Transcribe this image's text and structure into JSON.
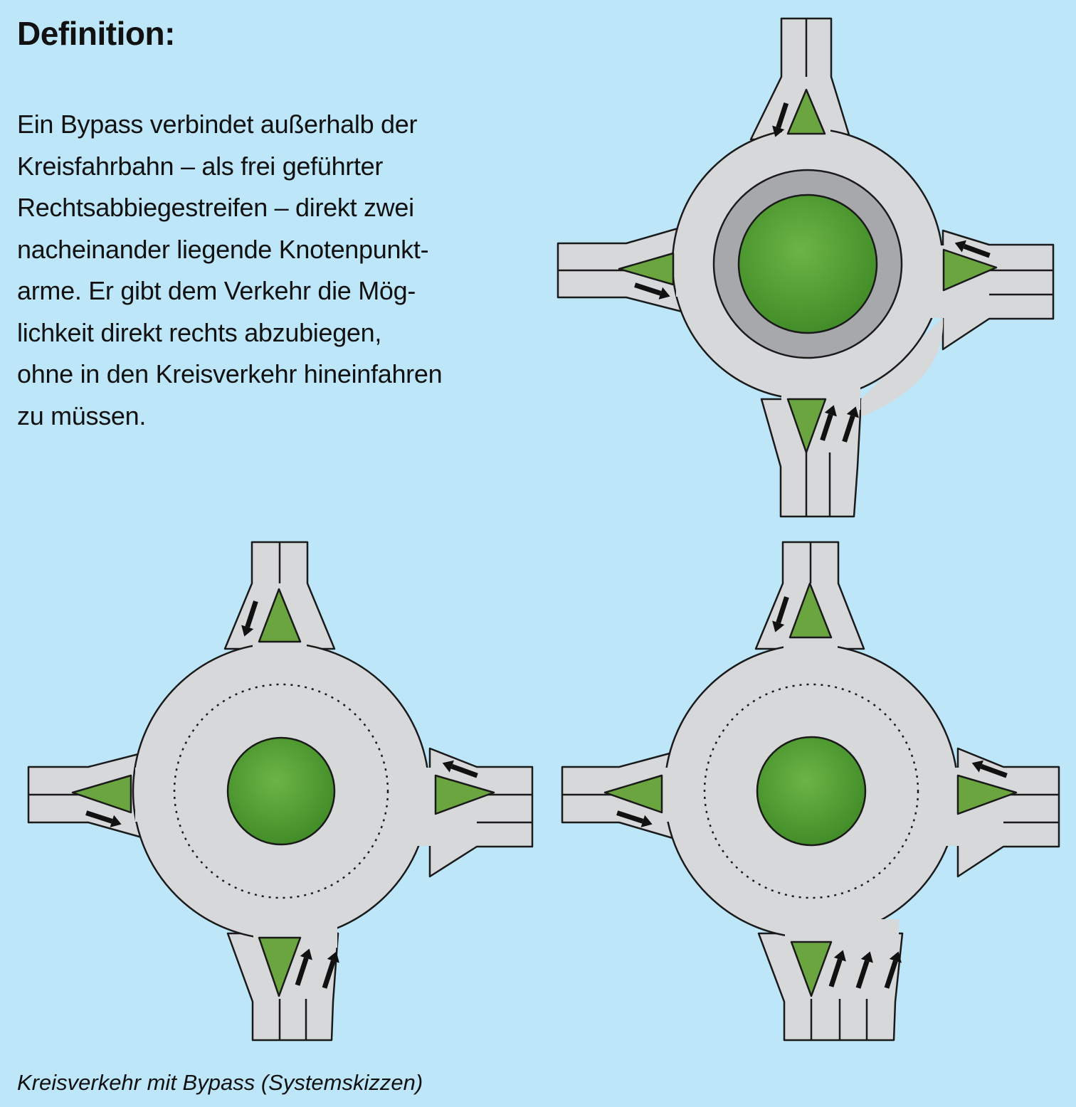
{
  "heading": "Definition:",
  "body_lines": [
    "Ein Bypass verbindet außerhalb der",
    "Kreisfahrbahn – als frei geführter",
    "Rechtsabbiegestreifen – direkt zwei",
    "nacheinander liegende Knotenpunkt-",
    "arme. Er gibt dem Verkehr die Mög-",
    "lichkeit direkt rechts abzubiegen,",
    "ohne in den Kreisverkehr hineinfahren",
    "zu müssen."
  ],
  "caption": "Kreisverkehr mit Bypass (Systemskizzen)",
  "colors": {
    "background": "#bde6f9",
    "road": "#d7d8da",
    "outline": "#1a1a1a",
    "island": "#6aa53f",
    "grass": "#4f9a2e",
    "apron": "#a7a8ab",
    "arrow": "#111111"
  }
}
